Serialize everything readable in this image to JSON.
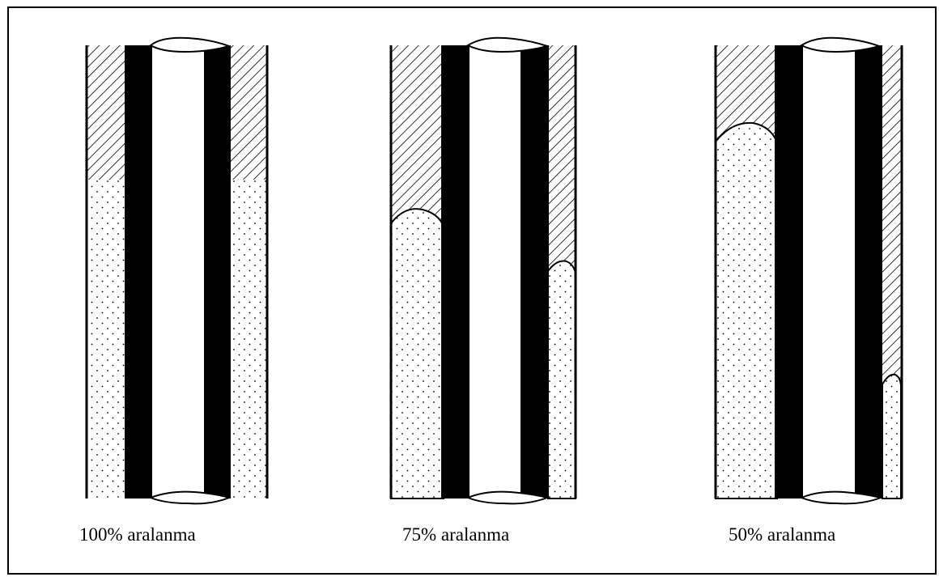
{
  "colors": {
    "ink": "#000000",
    "paper": "#ffffff"
  },
  "panels": [
    {
      "caption": "100% aralanma",
      "standoff_percent": 100
    },
    {
      "caption": "75% aralanma",
      "standoff_percent": 75
    },
    {
      "caption": "50% aralanma",
      "standoff_percent": 50
    }
  ]
}
